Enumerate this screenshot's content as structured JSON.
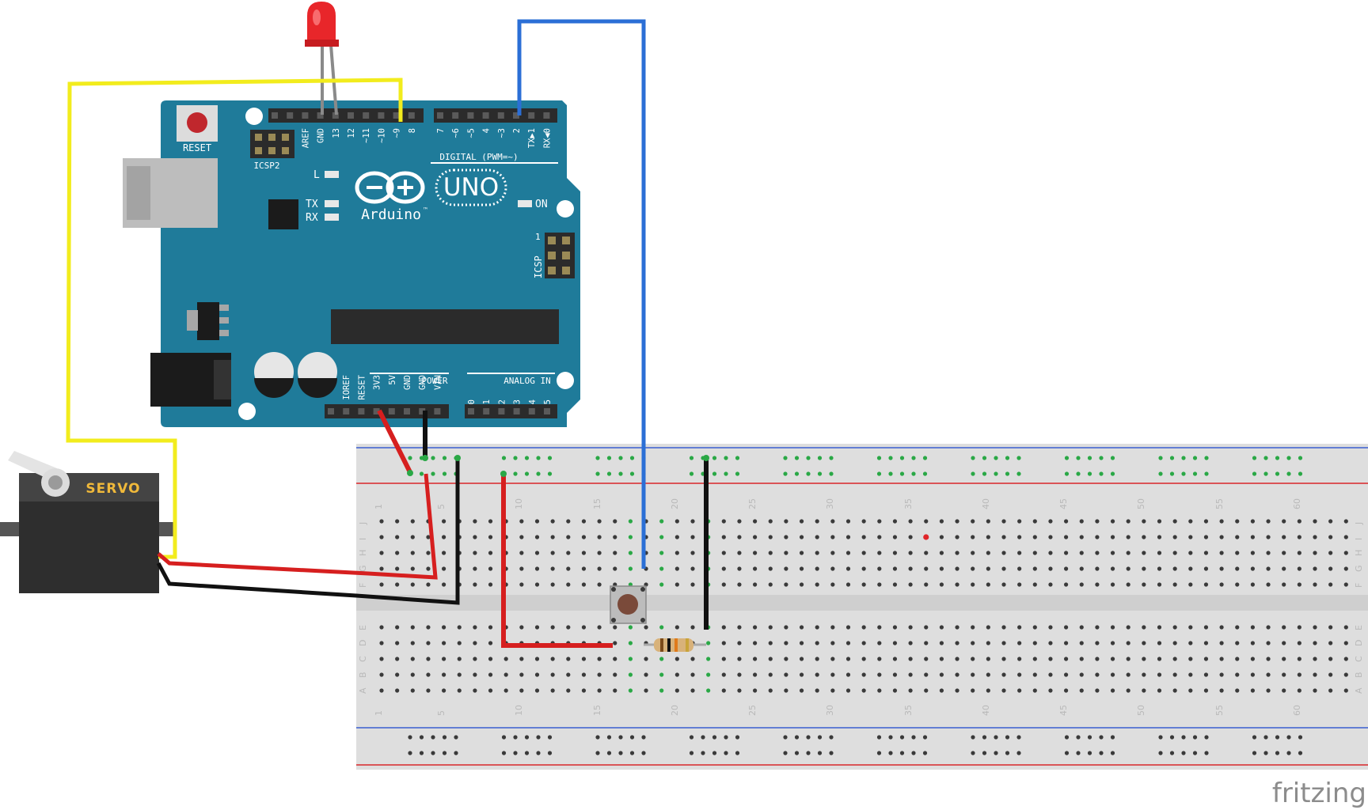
{
  "board": {
    "reset_label": "RESET",
    "icsp2_label": "ICSP2",
    "icsp_label": "ICSP",
    "icsp_pin1": "1",
    "logo_uno": "UNO",
    "logo_name": "Arduino",
    "trademark": "™",
    "digital_label": "DIGITAL (PWM=~)",
    "power_label": "POWER",
    "analog_label": "ANALOG IN",
    "led_l": "L",
    "led_tx": "TX",
    "led_rx": "RX",
    "led_on": "ON",
    "digital_pins_left": [
      "AREF",
      "GND",
      "13",
      "12",
      "~11",
      "~10",
      "~9",
      "8"
    ],
    "digital_pins_right": [
      "7",
      "~6",
      "~5",
      "4",
      "~3",
      "2",
      "TX▶1",
      "RX◀0"
    ],
    "power_pins": [
      "IOREF",
      "RESET",
      "3V3",
      "5V",
      "GND",
      "GND",
      "VIN"
    ],
    "analog_pins": [
      "A0",
      "A1",
      "A2",
      "A3",
      "A4",
      "A5"
    ],
    "colors": {
      "board": "#1f7b9a",
      "header": "#2b2b2b"
    }
  },
  "servo": {
    "label": "SERVO",
    "body_color": "#2e2e2e"
  },
  "led": {
    "color": "#e8262a"
  },
  "breadboard": {
    "column_numbers_top": [
      "1",
      "5",
      "10",
      "15",
      "20",
      "25",
      "30",
      "35",
      "40",
      "45",
      "50",
      "55",
      "60"
    ],
    "column_numbers_bottom": [
      "1",
      "5",
      "10",
      "15",
      "20",
      "25",
      "30",
      "35",
      "40",
      "45",
      "50",
      "55",
      "60"
    ],
    "row_letters_top": [
      "J",
      "I",
      "H",
      "G",
      "F"
    ],
    "row_letters_bottom": [
      "E",
      "D",
      "C",
      "B",
      "A"
    ],
    "colors": {
      "body": "#dedede",
      "hole": "#3a3a3a",
      "active": "#2aa846",
      "rail_red": "#d9262a",
      "rail_blue": "#3a5fd0"
    }
  },
  "wires": {
    "colors": {
      "yellow": "#f2ec1d",
      "blue": "#2b6fd6",
      "red": "#d61f1f",
      "black": "#111111"
    }
  },
  "watermark": "fritzing"
}
